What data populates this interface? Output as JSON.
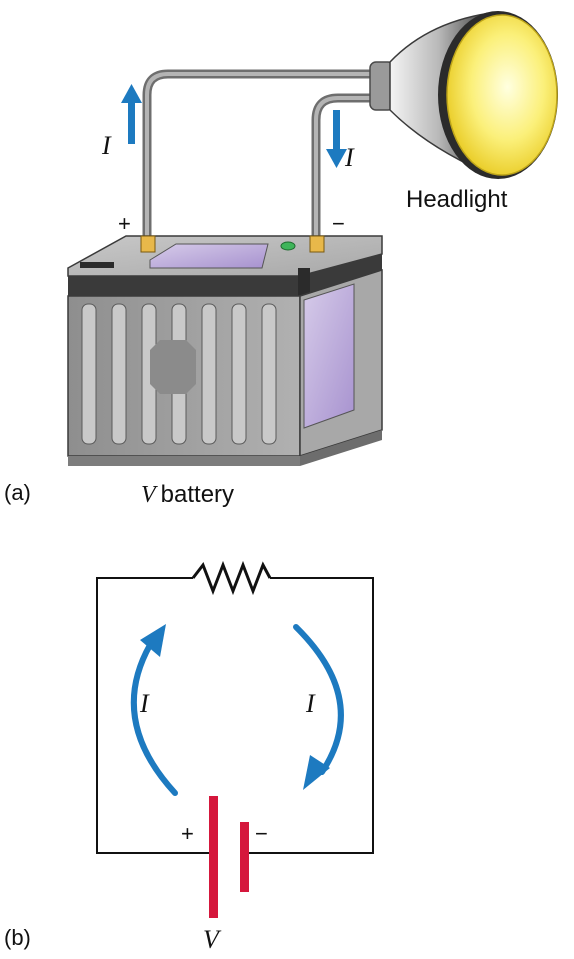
{
  "panel_a": {
    "label": "(a)",
    "headlight_label": "Headlight",
    "battery_symbol": "V",
    "battery_word": "battery",
    "plus": "+",
    "minus": "−",
    "current_label_left": "I",
    "current_label_right": "I"
  },
  "panel_b": {
    "label": "(b)",
    "plus": "+",
    "minus": "−",
    "voltage_label": "V",
    "current_label_left": "I",
    "current_label_right": "I"
  },
  "colors": {
    "arrow_blue": "#1d7ac0",
    "battery_red": "#d5173c",
    "wire_gray": "#8a8a8a",
    "bulb_yellow": "#f7e84a",
    "battery_gray": "#9c9c9c",
    "window_lavender": "#b9a8d8"
  },
  "icons": [
    "headlight-icon",
    "car-battery-icon",
    "resistor-symbol",
    "battery-symbol",
    "current-arrow-icon"
  ]
}
